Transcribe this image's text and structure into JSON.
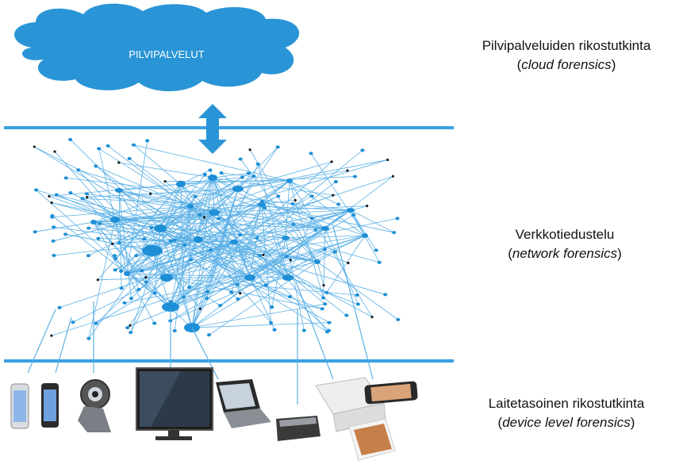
{
  "cloud": {
    "label": "PILVIPALVELUT"
  },
  "layers": {
    "cloud": {
      "title": "Pilvipalveluiden  rikostutkinta",
      "paren_open": "(",
      "en": "cloud forensics",
      "paren_close": ")"
    },
    "network": {
      "title": "Verkkotiedustelu",
      "paren_open": "(",
      "en": "network forensics",
      "paren_close": ")"
    },
    "device": {
      "title": "Laitetasoinen rikostutkinta",
      "paren_open": "(",
      "en": "device level forensics",
      "paren_close": ")"
    }
  },
  "colors": {
    "line": "#5bb0e6",
    "node": "#1e8fd6",
    "cloud": "#2a95d6",
    "dark_node": "#1a1a1a"
  },
  "devices": [
    "smartphone-icon",
    "smartphone-icon",
    "webcam-icon",
    "monitor-icon",
    "laptop-icon",
    "router-icon",
    "photo-printer-icon",
    "phone-photo-icon"
  ]
}
